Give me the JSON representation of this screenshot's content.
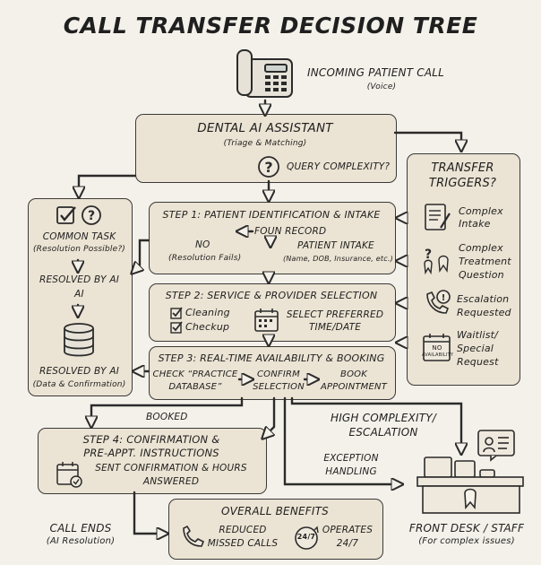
{
  "title": "CALL TRANSFER DECISION TREE",
  "incoming": {
    "label": "INCOMING PATIENT CALL",
    "sub": "(Voice)"
  },
  "assistant": {
    "label": "DENTAL AI ASSISTANT",
    "sub": "(Triage & Matching)",
    "query": "QUERY COMPLEXITY?"
  },
  "common": {
    "label": "COMMON TASK",
    "sub": "(Resolution Possible?)",
    "resolved1": "RESOLVED BY AI",
    "resolved1b": "AI",
    "resolved2": "RESOLVED BY AI",
    "resolved2_sub": "(Data & Confirmation)"
  },
  "step1": {
    "label": "STEP 1: PATIENT IDENTIFICATION & INTAKE",
    "found": "FOUN RECORD",
    "no": "NO",
    "no_sub": "(Resolution Fails)",
    "intake": "PATIENT INTAKE",
    "intake_sub": "(Name, DOB, Insurance, etc.)"
  },
  "step2": {
    "label": "STEP 2: SERVICE & PROVIDER SELECTION",
    "opt1": "Cleaning",
    "opt2": "Checkup",
    "select": "SELECT PREFERRED",
    "select2": "TIME/DATE"
  },
  "step3": {
    "label": "STEP 3: REAL-TIME AVAILABILITY & BOOKING",
    "check": "CHECK “PRACTICE",
    "check2": "DATABASE”",
    "confirm": "CONFIRM",
    "confirm2": "SELECTION",
    "book": "BOOK",
    "book2": "APPOINTMENT"
  },
  "booked": "BOOKED",
  "high": {
    "line1": "HIGH COMPLEXITY/",
    "line2": "ESCALATION"
  },
  "exception": {
    "line1": "EXCEPTION",
    "line2": "HANDLING"
  },
  "step4": {
    "label1": "STEP 4: CONFIRMATION &",
    "label2": "PRE-APPT. INSTRUCTIONS",
    "sent1": "SENT CONFIRMATION & HOURS",
    "sent2": "ANSWERED"
  },
  "call_ends": {
    "label": "CALL ENDS",
    "sub": "(AI Resolution)"
  },
  "benefits": {
    "label": "OVERALL BENEFITS",
    "b1": "REDUCED",
    "b1b": "MISSED CALLS",
    "b2": "OPERATES",
    "b2b": "24/7",
    "badge": "24/7"
  },
  "front_desk": {
    "label": "FRONT DESK / STAFF",
    "sub": "(For complex issues)"
  },
  "triggers": {
    "label1": "TRANSFER",
    "label2": "TRIGGERS?",
    "t1a": "Complex",
    "t1b": "Intake",
    "t2a": "Complex",
    "t2b": "Treatment",
    "t2c": "Question",
    "t3a": "Escalation",
    "t3b": "Requested",
    "t4a": "Waitlist/",
    "t4b": "Special",
    "t4c": "Request",
    "no_avail1": "NO",
    "no_avail2": "AVAILABILITY"
  },
  "colors": {
    "paper": "#f4f1ea",
    "box": "#ebe3d3",
    "ink": "#2b2b2b"
  }
}
